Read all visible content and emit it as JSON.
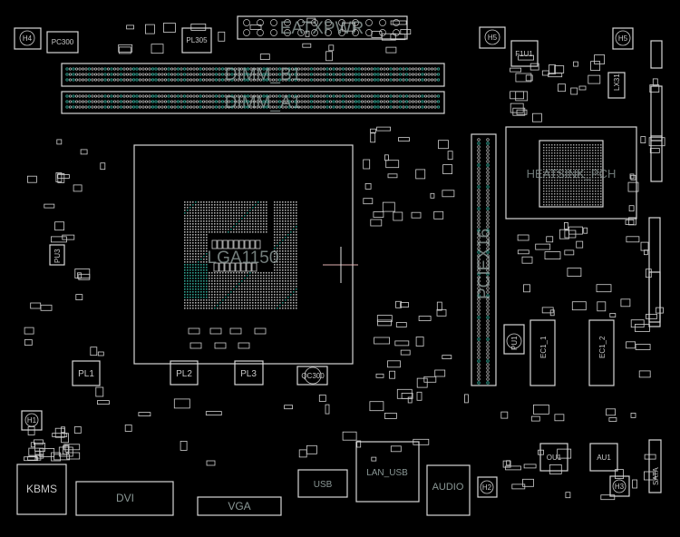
{
  "board": {
    "eatxpwr": "EATXPWR",
    "dimm_b1": "DIMM_B1",
    "dimm_a1": "DIMM_A1",
    "cpu_socket": "LGA1150",
    "pcie": "PCIEX16",
    "pch": "HEATSINK_PCH",
    "pc300": "PC300",
    "pl305": "PL305",
    "f1u1": "F1U1",
    "lx31": "LX31",
    "h4": "H4",
    "h5": "H5",
    "h5b": "H5",
    "h1": "H1",
    "h2": "H2",
    "h3": "H3",
    "pu3": "PU3",
    "pu1": "PU1",
    "pl1": "PL1",
    "pl2": "PL2",
    "pl3": "PL3",
    "qc300": "QC300",
    "ec1_1": "EC1_1",
    "ec1_2": "EC1_2",
    "kbms": "KBMS",
    "dvi": "DVI",
    "vga": "VGA",
    "usb": "USB",
    "lan_usb": "LAN_USB",
    "audio": "AUDIO",
    "ou1": "OU1",
    "au1": "AU1",
    "sata": "SATA"
  },
  "colors": {
    "outline": "#d6d6d6",
    "pin_teal": "#2f9c8c",
    "background": "#000000",
    "cursor": "#e0b0b0"
  }
}
